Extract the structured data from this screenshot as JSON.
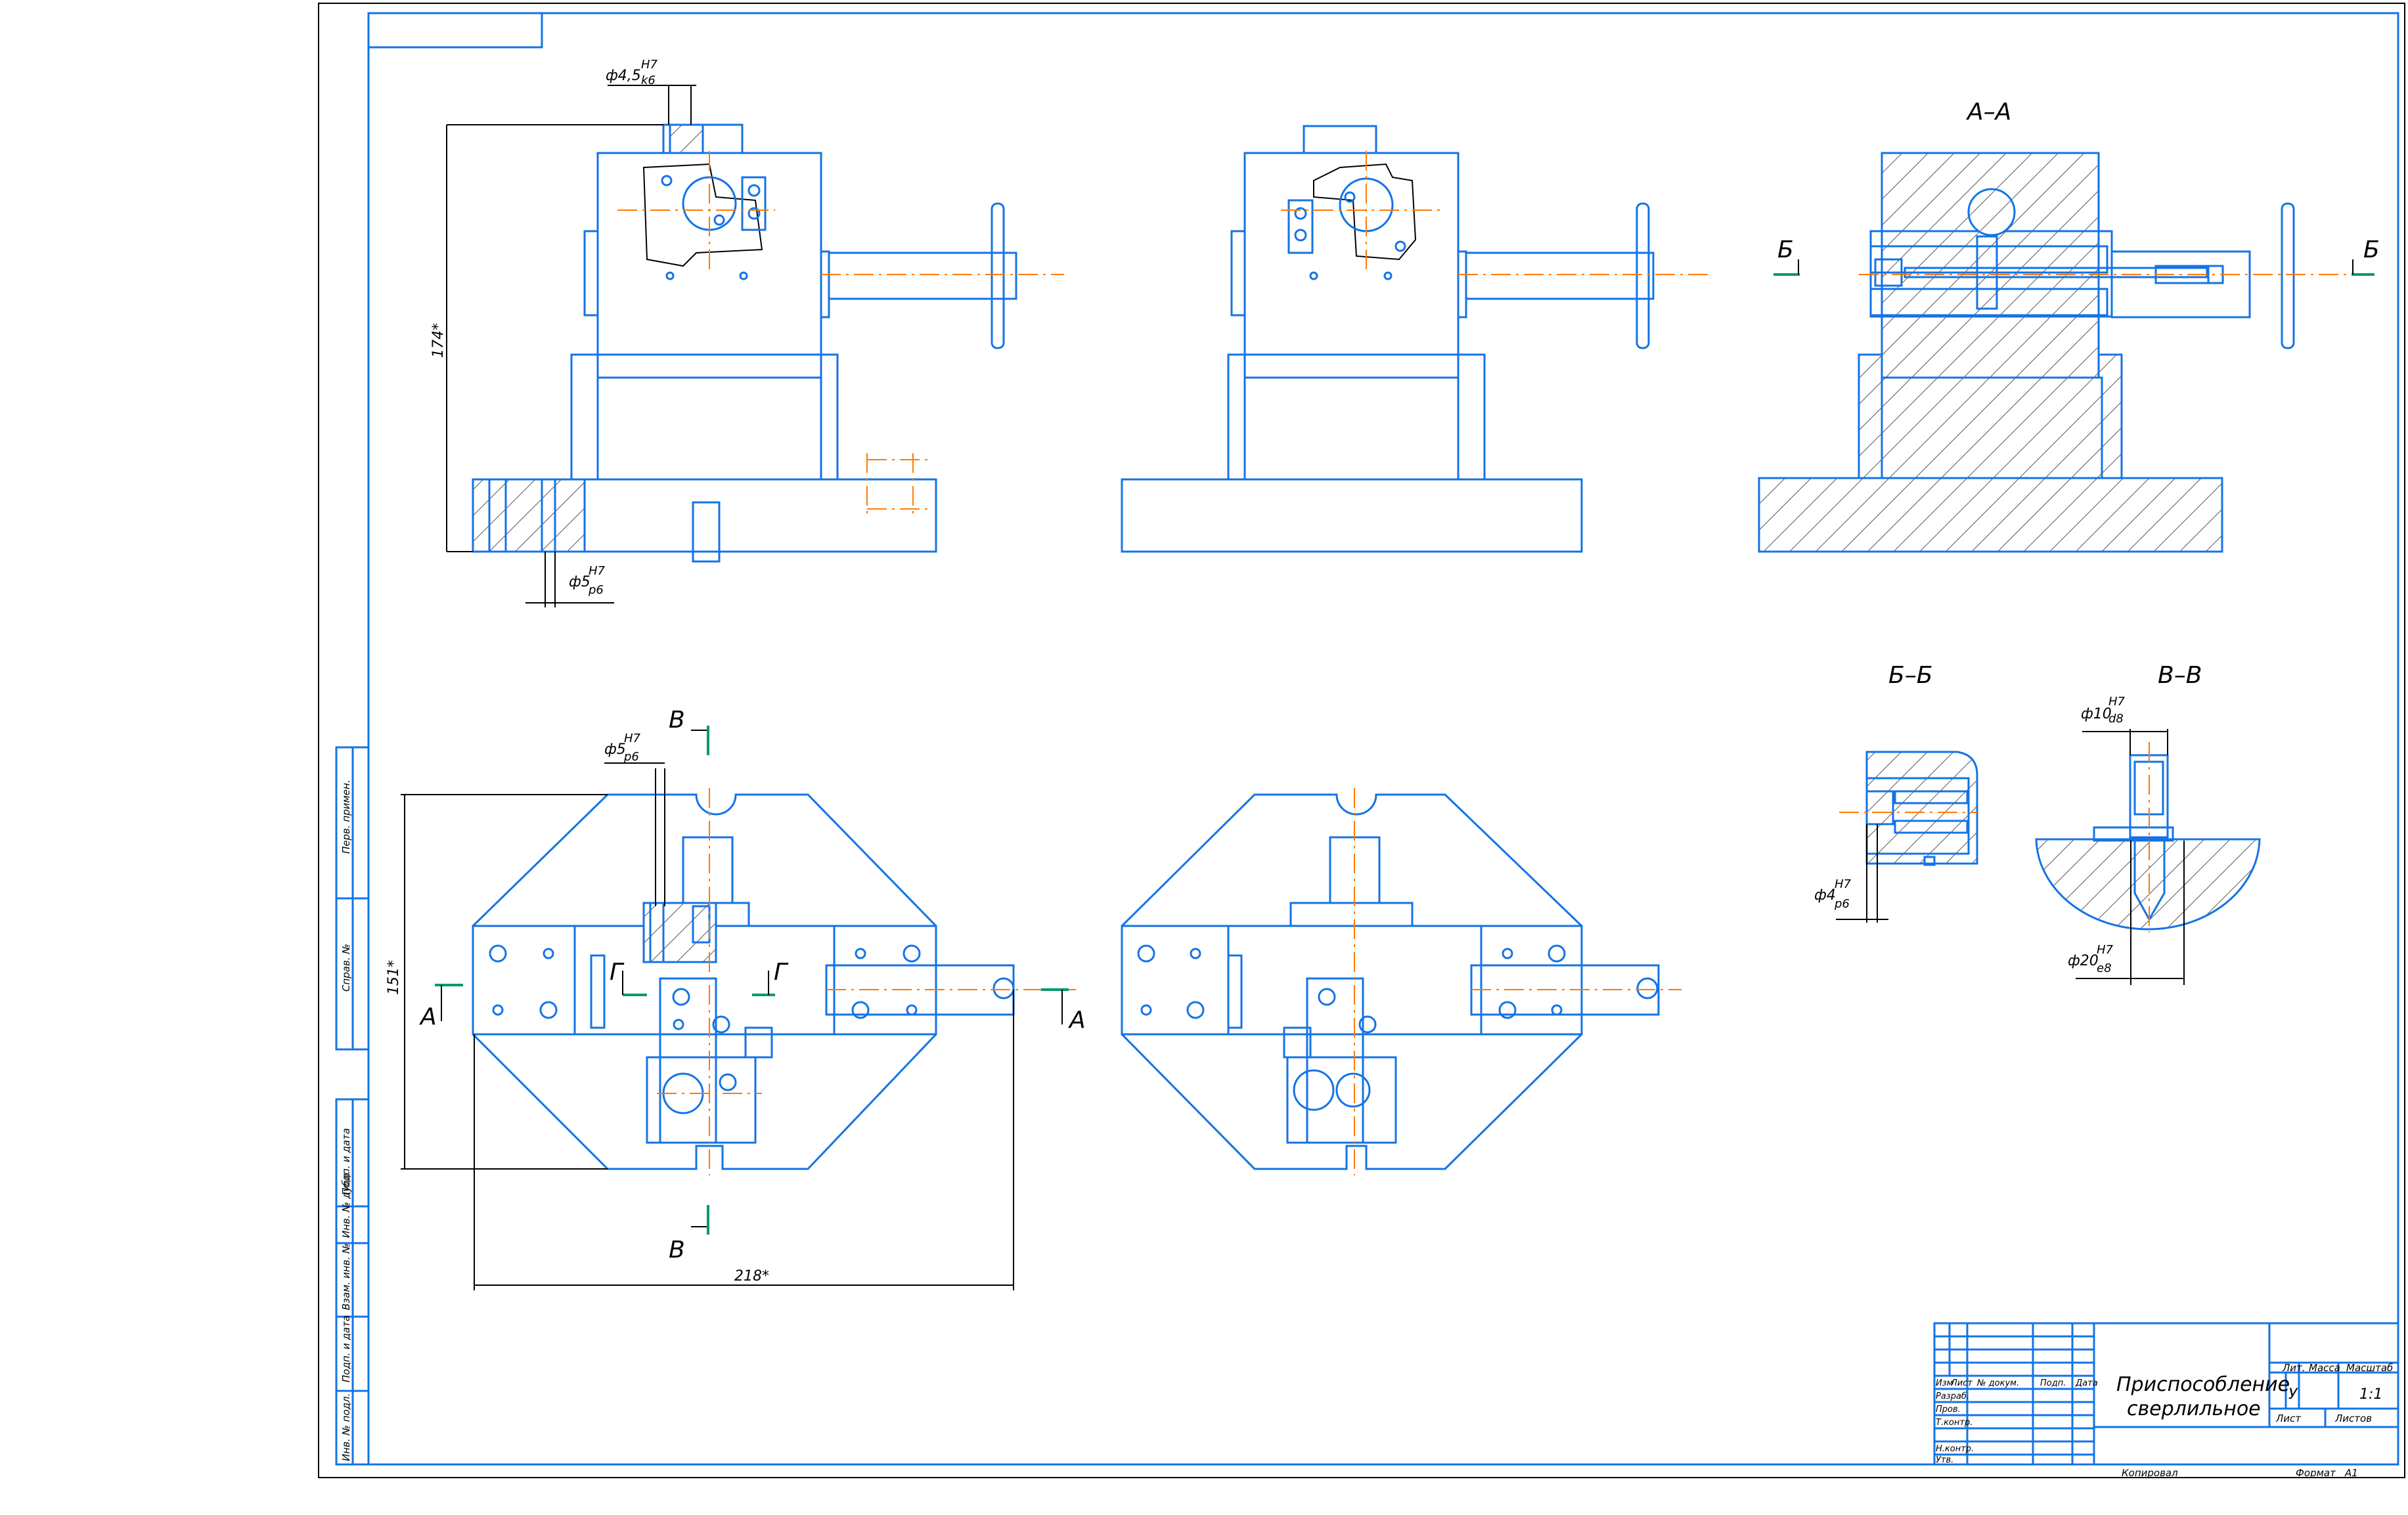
{
  "colors": {
    "outline": "#1473e6",
    "axis": "#ff7a00",
    "dimension": "#000000",
    "section_mark": "#009a6b",
    "background": "#ffffff"
  },
  "dimensions": {
    "fit_top": {
      "base": "ф4,5",
      "upper": "H7",
      "lower": "k6"
    },
    "fit_pin_left": {
      "base": "ф5",
      "upper": "H7",
      "lower": "p6"
    },
    "fit_plan": {
      "base": "ф5",
      "upper": "H7",
      "lower": "p6"
    },
    "height": "174*",
    "plan_height": "151*",
    "plan_width": "218*",
    "fit_bb": {
      "base": "ф4",
      "upper": "H7",
      "lower": "p6"
    },
    "fit_vv_top": {
      "base": "ф10",
      "upper": "H7",
      "lower": "d8"
    },
    "fit_vv_bottom": {
      "base": "ф20",
      "upper": "H7",
      "lower": "e8"
    }
  },
  "sections": {
    "aa_title": "А–А",
    "bb_title": "Б–Б",
    "vv_title": "В–В",
    "mark_a": "А",
    "mark_b": "Б",
    "mark_v": "В",
    "mark_g": "Г"
  },
  "side_stamp": [
    "Перв. примен.",
    "Справ. №",
    "Подп. и дата",
    "Инв. № дубл.",
    "Взам. инв. №",
    "Подп. и дата",
    "Инв. № подл."
  ],
  "title_block": {
    "headers": [
      "Изм",
      "Лист",
      "№ докум.",
      "Подп.",
      "Дата"
    ],
    "roles": [
      "Разраб.",
      "Пров.",
      "Т.контр.",
      "",
      "Н.контр.",
      "Утв."
    ],
    "title_line1": "Приспособление",
    "title_line2": "сверлильное",
    "lit_label": "Лит.",
    "mass_label": "Масса",
    "scale_label": "Масштаб",
    "lit_value": "У",
    "scale_value": "1:1",
    "sheet_label": "Лист",
    "sheets_label": "Листов",
    "copied_label": "Копировал",
    "format_label": "Формат",
    "format_value": "А1"
  }
}
